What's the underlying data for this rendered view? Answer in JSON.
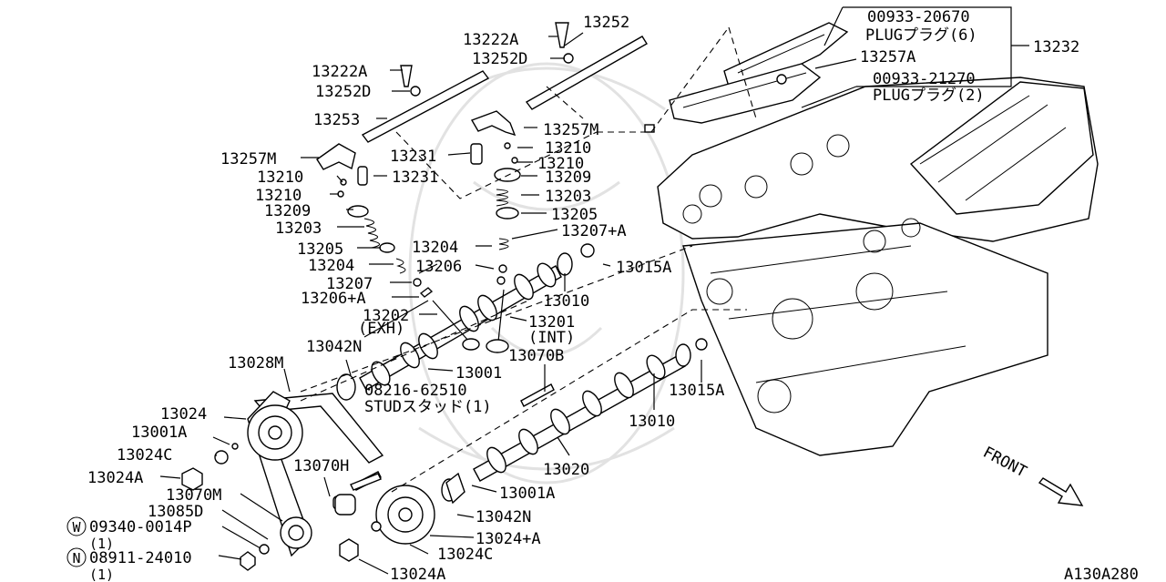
{
  "labels": {
    "p13252": "13252",
    "p13222A_1": "13222A",
    "p13252D_1": "13252D",
    "p13222A_2": "13222A",
    "p13252D_2": "13252D",
    "p13253": "13253",
    "p13257M_1": "13257M",
    "p13231_1": "13231",
    "p13210_1": "13210",
    "p13210_2": "13210",
    "p13209_1": "13209",
    "p13203_1": "13203",
    "p13205_1": "13205",
    "p13207A_1": "13207+A",
    "p13204_1": "13204",
    "p13206_1": "13206",
    "p13257M_2": "13257M",
    "p13210_3": "13210",
    "p13231_2": "13231",
    "p13210_4": "13210",
    "p13209_2": "13209",
    "p13203_2": "13203",
    "p13205_2": "13205",
    "p13204_2": "13204",
    "p13207_2": "13207",
    "p13206A_2": "13206+A",
    "p13202": "13202",
    "p13202_sub": "(EXH)",
    "p13201": "13201",
    "p13201_sub": "(INT)",
    "p13015A_1": "13015A",
    "p13010_1": "13010",
    "p13042N_1": "13042N",
    "p13001": "13001",
    "p13070B": "13070B",
    "p13028M": "13028M",
    "stud_num": "08216-62510",
    "stud_name": "STUDスタッド(1)",
    "p13015A_2": "13015A",
    "p13010_2": "13010",
    "p13024": "13024",
    "p13001A_1": "13001A",
    "p13024C_1": "13024C",
    "p13024A_1": "13024A",
    "p13070H": "13070H",
    "p13020": "13020",
    "p13001A_2": "13001A",
    "p13070M": "13070M",
    "p13085D": "13085D",
    "w_num": "09340-0014P",
    "w_qty": "(1)",
    "n_num": "08911-24010",
    "n_qty": "(1)",
    "p13042N_2": "13042N",
    "p13024A_plus": "13024+A",
    "p13024C_2": "13024C",
    "p13024A_2": "13024A",
    "plug6_num": "00933-20670",
    "plug6_name": "PLUGプラグ(6)",
    "p13257A": "13257A",
    "plug2_num": "00933-21270",
    "plug2_name": "PLUGプラグ(2)",
    "p13232": "13232",
    "front": "FRONT",
    "diagram_code": "A130A280"
  },
  "markers": {
    "w": "W",
    "n": "N"
  }
}
